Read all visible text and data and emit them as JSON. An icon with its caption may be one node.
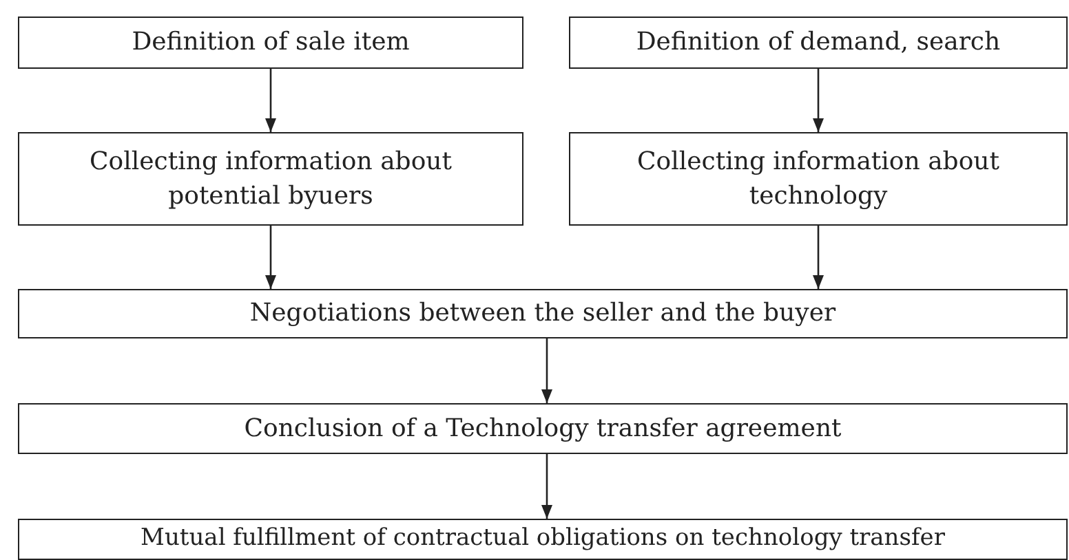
{
  "diagram": {
    "nodes": [
      {
        "text": [
          "Definition of sale item"
        ]
      },
      {
        "text": [
          "Definition of demand, search"
        ]
      },
      {
        "text": [
          "Collecting information about potential byuers"
        ]
      },
      {
        "text": [
          "Collecting information about technology"
        ]
      },
      {
        "text": [
          "Negotiations between the seller and the buyer"
        ]
      },
      {
        "text": [
          "Conclusion of a Technology transfer agreement"
        ]
      },
      {
        "text": [
          "Mutual fulfillment of contractual obligations on technology transfer"
        ]
      }
    ],
    "edges": [
      {
        "from": 0,
        "to": 2,
        "arrow": "to"
      },
      {
        "from": 1,
        "to": 3,
        "arrow": "to"
      },
      {
        "from": 2,
        "to": 4,
        "arrow": "to"
      },
      {
        "from": 3,
        "to": 4,
        "arrow": "to"
      },
      {
        "from": 4,
        "to": 5,
        "arrow": "to"
      },
      {
        "from": 5,
        "to": 6,
        "arrow": "to"
      }
    ]
  }
}
